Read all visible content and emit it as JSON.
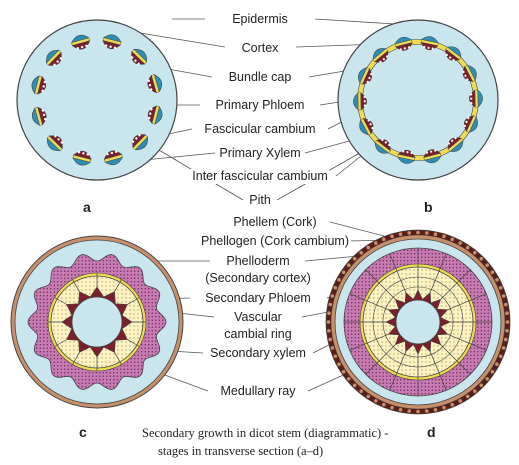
{
  "labels": {
    "epidermis": "Epidermis",
    "cortex": "Cortex",
    "bundle_cap": "Bundle cap",
    "primary_phloem": "Primary Phloem",
    "fascicular_cambium": "Fascicular cambium",
    "primary_xylem": "Primary Xylem",
    "inter_fascicular_cambium": "Inter fascicular cambium",
    "pith": "Pith",
    "phellem": "Phellem (Cork)",
    "phellogen": "Phellogen (Cork cambium)",
    "phelloderm": "Phelloderm",
    "secondary_cortex": "(Secondary cortex)",
    "secondary_phloem": "Secondary Phloem",
    "vascular": "Vascular",
    "cambial_ring": "cambial ring",
    "secondary_xylem": "Secondary xylem",
    "medullary_ray": "Medullary ray"
  },
  "stages": {
    "a": "a",
    "b": "b",
    "c": "c",
    "d": "d"
  },
  "caption": {
    "line1": "Secondary growth in dicot stem (diagrammatic) -",
    "line2": "stages in transverse section (a–d)"
  },
  "colors": {
    "tissue": "#c9e6ef",
    "outline": "#444444",
    "xylem": "#7a1f2b",
    "phloem": "#2b8fb5",
    "cambium": "#f0dc52",
    "secondary_xylem": "#fbf3c4",
    "secondary_phloem": "#c87ab2",
    "cork": "#c8906a",
    "cork_dark": "#5a1f18",
    "leader": "#555555"
  }
}
